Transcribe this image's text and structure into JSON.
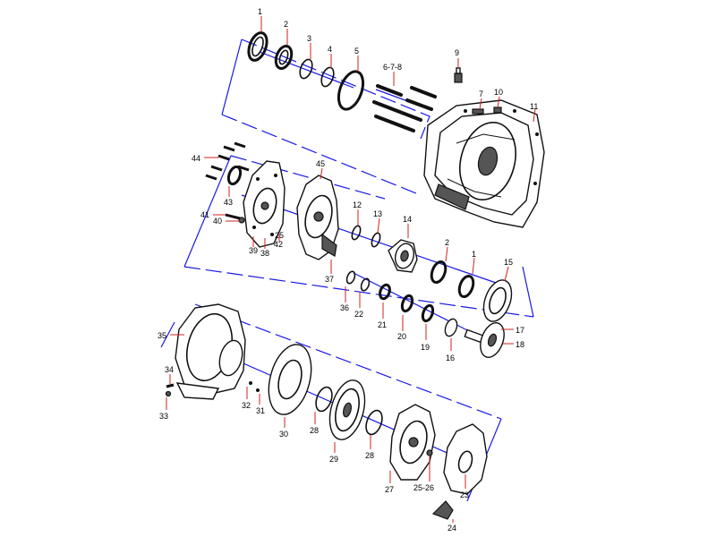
{
  "labels": {
    "p1": "1",
    "p2": "2",
    "p3": "3",
    "p4": "4",
    "p5": "5",
    "p678": "6-7-8",
    "p9": "9",
    "p7": "7",
    "p10": "10",
    "p11": "11",
    "p44": "44",
    "p45": "45",
    "p43": "43",
    "p41": "41",
    "p40": "40",
    "p25": "25",
    "p39": "39",
    "p38": "38",
    "p42": "42",
    "p12": "12",
    "p13": "13",
    "p14": "14",
    "p2b": "2",
    "p1b": "1",
    "p15": "15",
    "p37": "37",
    "p36": "36",
    "p22": "22",
    "p21": "21",
    "p20": "20",
    "p19": "19",
    "p16": "16",
    "p17": "17",
    "p18": "18",
    "p35": "35",
    "p34": "34",
    "p33": "33",
    "p32": "32",
    "p31": "31",
    "p30": "30",
    "p28a": "28",
    "p29": "29",
    "p28b": "28",
    "p27": "27",
    "p2526": "25-26",
    "p23": "23",
    "p24": "24"
  }
}
